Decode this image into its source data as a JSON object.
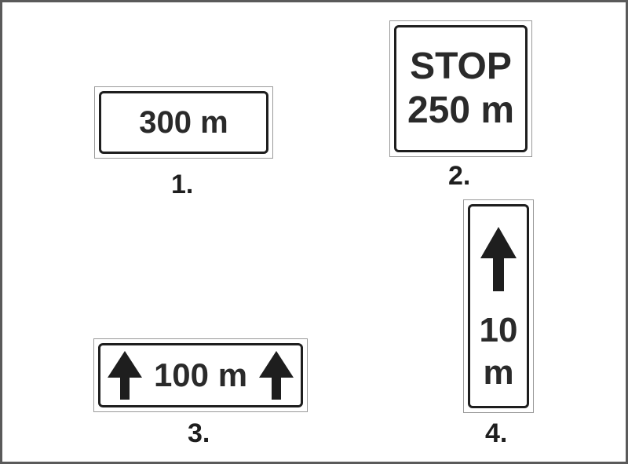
{
  "signs": [
    {
      "label": "1.",
      "text": "300 m"
    },
    {
      "label": "2.",
      "line1": "STOP",
      "line2": "250 m"
    },
    {
      "label": "3.",
      "text": "100 m",
      "left_icon": "arrow-up-icon",
      "right_icon": "arrow-up-icon"
    },
    {
      "label": "4.",
      "line1": "10",
      "line2": "m",
      "icon": "arrow-up-icon"
    }
  ],
  "colors": {
    "ink": "#1e1e1e",
    "background": "#ffffff",
    "frame": "#5a5a5a"
  }
}
